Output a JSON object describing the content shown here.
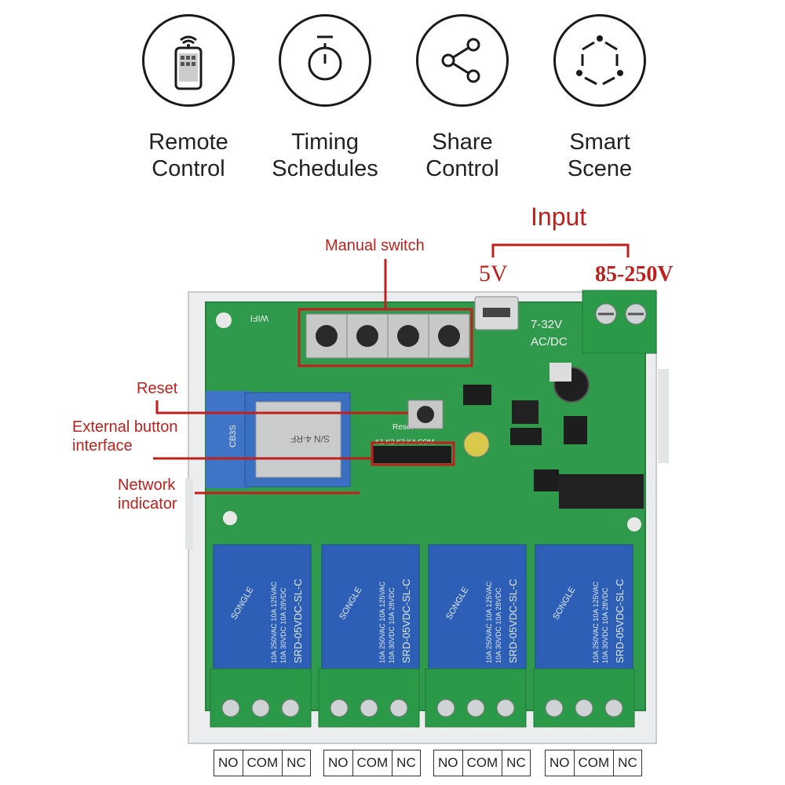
{
  "features": [
    {
      "icon": "smartphone-wifi-icon",
      "label": "Remote\nControl"
    },
    {
      "icon": "stopwatch-icon",
      "label": "Timing\nSchedules"
    },
    {
      "icon": "share-icon",
      "label": "Share\nControl"
    },
    {
      "icon": "smart-scene-icon",
      "label": "Smart\nScene"
    }
  ],
  "callouts": {
    "manual_switch": "Manual switch",
    "reset": "Reset",
    "external_button": "External button\ninterface",
    "network_indicator": "Network\nindicator"
  },
  "input": {
    "title": "Input",
    "low": "5V",
    "high": "85-250V"
  },
  "board": {
    "silk_wifi": "WIFI",
    "silk_voltage": "7-32V",
    "silk_acdc": "AC/DC",
    "silk_reset": "Reset",
    "silk_pins": "K1 K2 K3 K4 COM",
    "module_model": "CB3S",
    "module_text": "S/N 4-RF",
    "relay_brand": "SONGLE",
    "relay_model": "SRD-05VDC-SL-C",
    "relay_rating_1": "10A 250VAC  10A 125VAC",
    "relay_rating_2": "10A 30VDC  10A 28VDC"
  },
  "terminals": [
    [
      "NO",
      "COM",
      "NC"
    ],
    [
      "NO",
      "COM",
      "NC"
    ],
    [
      "NO",
      "COM",
      "NC"
    ],
    [
      "NO",
      "COM",
      "NC"
    ]
  ],
  "colors": {
    "accent_red": "#c0201c",
    "pcb_green": "#2f9a4c",
    "relay_blue": "#2d5fb7",
    "terminal_green": "#2a9a48"
  }
}
